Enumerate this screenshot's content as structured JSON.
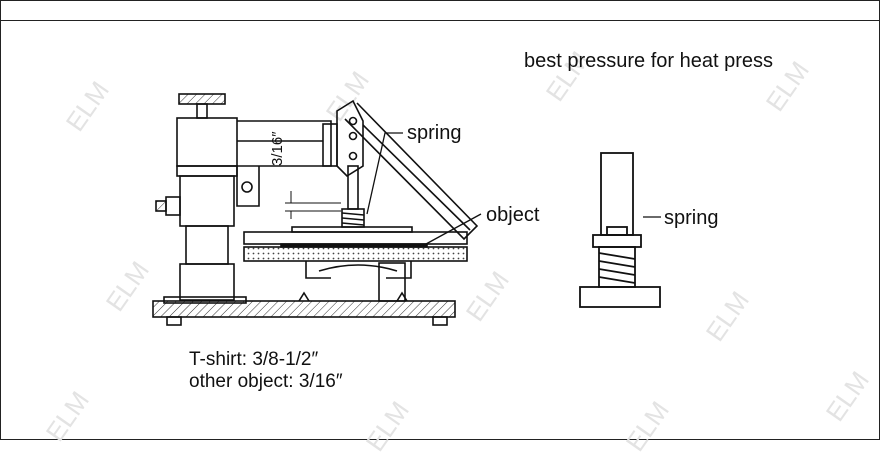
{
  "title": "best pressure for heat press",
  "labels": {
    "spring_left": "spring",
    "object": "object",
    "spring_right": "spring",
    "dimension": "3/16″"
  },
  "notes": {
    "tshirt": "T-shirt: 3/8-1/2″",
    "other": "other object: 3/16″"
  },
  "watermark": "ELM"
}
